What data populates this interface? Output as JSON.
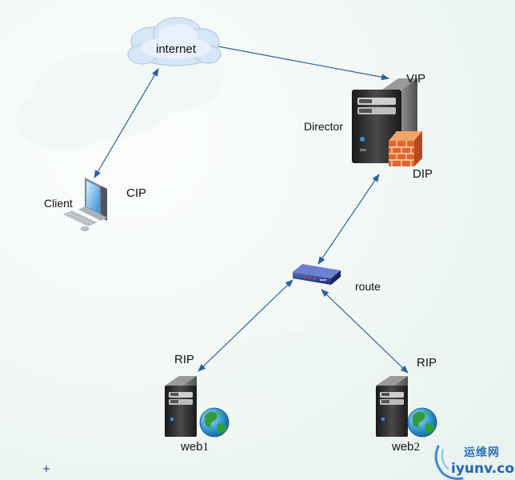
{
  "nodes": {
    "cloud": {
      "label": "internet"
    },
    "director": {
      "label": "Director",
      "vip": "VIP",
      "dip": "DIP"
    },
    "client": {
      "label": "Client",
      "cip": "CIP"
    },
    "router": {
      "label": "route"
    },
    "web1": {
      "label": "web",
      "index": "1",
      "rip": "RIP"
    },
    "web2": {
      "label": "web",
      "index": "2",
      "rip": "RIP"
    }
  },
  "watermark": {
    "text_cn": "运维网",
    "text_en": "iyunv.com"
  },
  "colors": {
    "link": "#2f5f9e",
    "server_body": "#2b2b2b",
    "firewall": "#e2672a",
    "globe": "#2f9d3a",
    "router": "#2a3c8a"
  }
}
